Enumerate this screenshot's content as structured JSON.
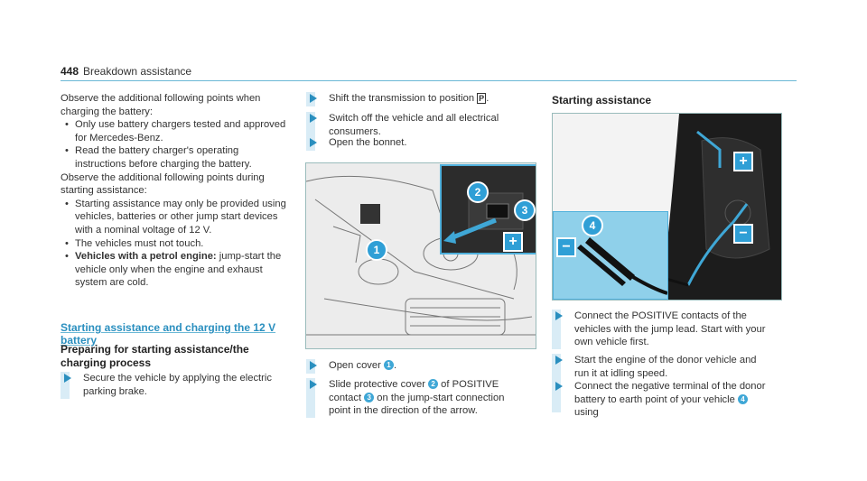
{
  "header": {
    "page_number": "448",
    "title": "Breakdown assistance"
  },
  "col1": {
    "intro1": "Observe the additional following points when charging the battery:",
    "bullets1": [
      "Only use battery chargers tested and approved for Mercedes-Benz.",
      "Read the battery charger's operating instructions before charging the battery."
    ],
    "intro2": "Observe the additional following points during starting assistance:",
    "bullets2": [
      "Starting assistance may only be provided using vehicles, batteries or other jump start devices with a nominal voltage of 12 V.",
      "The vehicles must not touch."
    ],
    "bullet3_bold": "Vehicles with a petrol engine:",
    "bullet3_rest": " jump-start the vehicle only when the engine and exhaust system are cold.",
    "link": "Starting assistance and charging the 12 V battery",
    "subheading": "Preparing for starting assistance/the charging process",
    "step1": "Secure the vehicle by applying the electric parking brake."
  },
  "col2": {
    "step1_a": "Shift the transmission to position ",
    "step1_symbol": "P",
    "step1_b": ".",
    "step2": "Switch off the vehicle and all electrical consumers.",
    "step3": "Open the bonnet.",
    "step4_a": "Open cover ",
    "step4_n": "1",
    "step4_b": ".",
    "step5_a": "Slide protective cover ",
    "step5_n1": "2",
    "step5_b": " of POSITIVE contact ",
    "step5_n2": "3",
    "step5_c": " on the jump-start connection point in the direction of the arrow.",
    "callouts": [
      "1",
      "2",
      "3",
      "+"
    ]
  },
  "col3": {
    "heading": "Starting assistance",
    "step1": "Connect the POSITIVE contacts of the vehicles with the jump lead. Start with your own vehicle first.",
    "step2": "Start the engine of the donor vehicle and run it at idling speed.",
    "step3_a": "Connect the negative terminal of the donor battery to earth point of your vehicle ",
    "step3_n": "4",
    "step3_b": " using",
    "callouts": [
      "+",
      "4",
      "−",
      "−"
    ]
  }
}
